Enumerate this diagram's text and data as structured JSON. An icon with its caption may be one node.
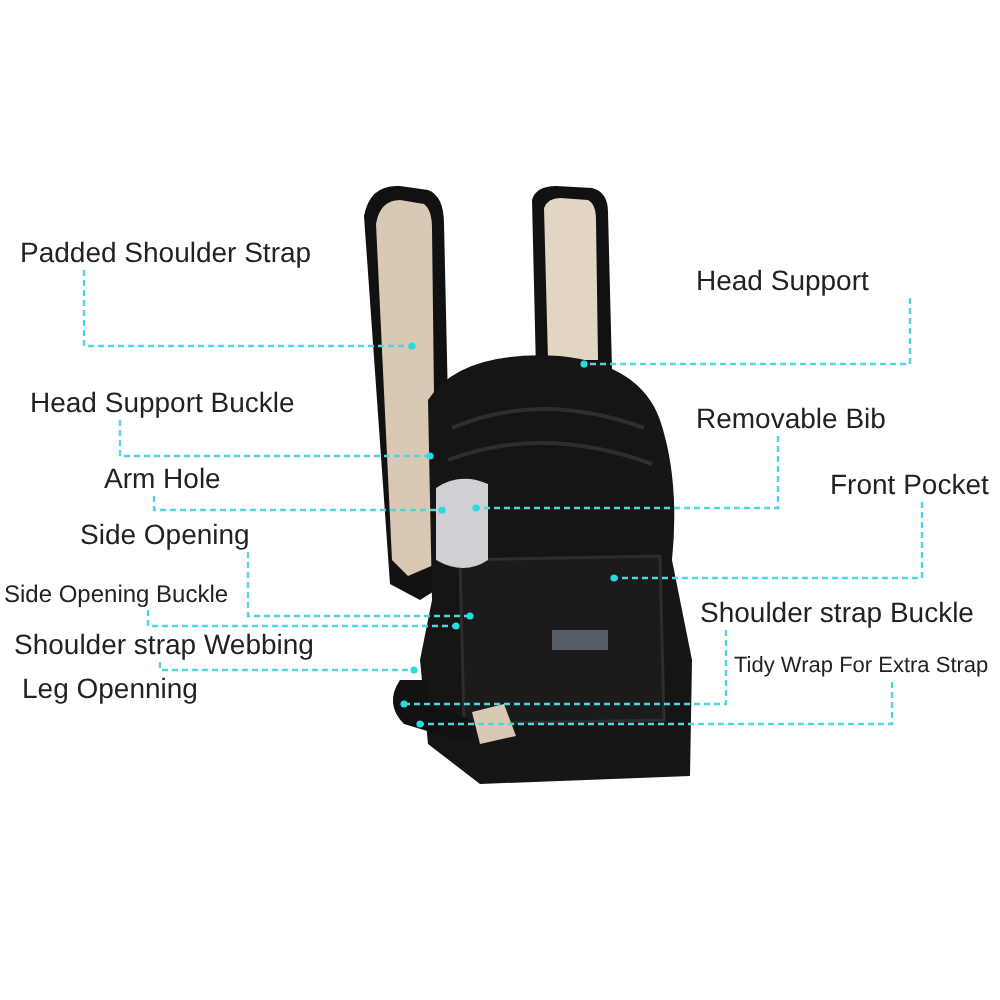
{
  "diagram": {
    "nodes": [
      {
        "text": [
          "Padded Shoulder Strap"
        ]
      },
      {
        "text": [
          "Head Support"
        ]
      },
      {
        "text": [
          "Head Support Buckle"
        ]
      },
      {
        "text": [
          "Removable Bib"
        ]
      },
      {
        "text": [
          "Arm Hole"
        ]
      },
      {
        "text": [
          "Front Pocket"
        ]
      },
      {
        "text": [
          "Side Opening"
        ]
      },
      {
        "text": [
          "Side Opening Buckle"
        ]
      },
      {
        "text": [
          "Shoulder strap Buckle"
        ]
      },
      {
        "text": [
          "Shoulder strap Webbing"
        ]
      },
      {
        "text": [
          "Tidy Wrap For Extra Strap"
        ]
      }
    ],
    "edges": [
      {
        "from": 0,
        "to": null,
        "arrow": "other",
        "style": "dashed"
      },
      {
        "from": 1,
        "to": null,
        "arrow": "other",
        "style": "dashed"
      },
      {
        "from": 2,
        "to": null,
        "arrow": "other",
        "style": "dashed"
      },
      {
        "from": 3,
        "to": null,
        "arrow": "other",
        "style": "dashed"
      },
      {
        "from": 4,
        "to": null,
        "arrow": "other",
        "style": "dashed"
      },
      {
        "from": 5,
        "to": null,
        "arrow": "other",
        "style": "dashed"
      },
      {
        "from": 6,
        "to": null,
        "arrow": "other",
        "style": "dashed"
      },
      {
        "from": 7,
        "to": null,
        "arrow": "other",
        "style": "dashed"
      },
      {
        "from": 8,
        "to": null,
        "arrow": "other",
        "style": "dashed"
      },
      {
        "from": 9,
        "to": null,
        "arrow": "other",
        "style": "dashed"
      },
      {
        "from": 10,
        "to": null,
        "arrow": "other",
        "style": "dashed"
      }
    ],
    "labels": [
      "Leg Openning"
    ]
  }
}
